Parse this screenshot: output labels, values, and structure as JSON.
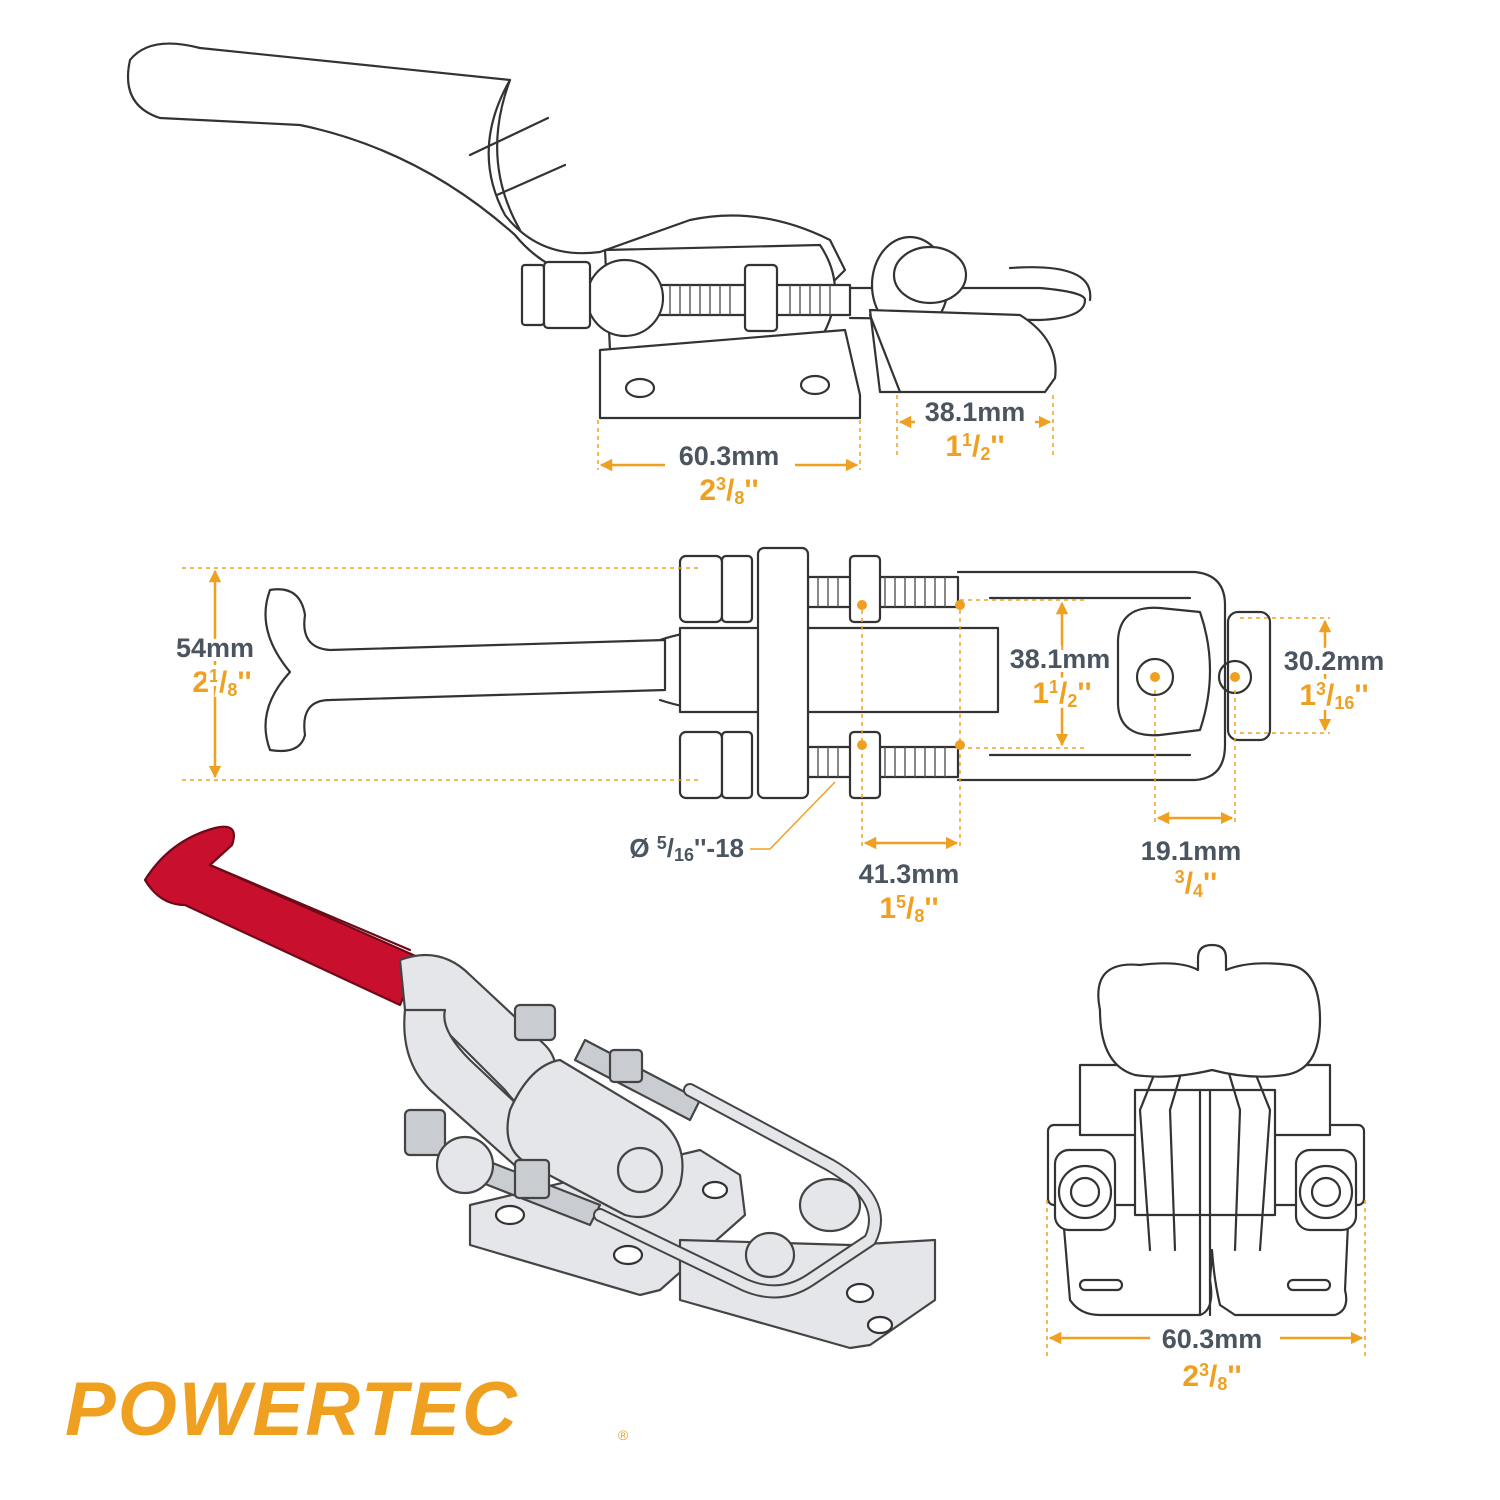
{
  "brand": {
    "name": "POWERTEC",
    "registered": "®"
  },
  "colors": {
    "accent": "#f0a020",
    "text": "#4a5560",
    "handle": "#c8102e"
  },
  "side_view": {
    "dims": [
      {
        "mm": "38.1mm",
        "inch_whole": "1",
        "inch_num": "1",
        "inch_den": "2"
      },
      {
        "mm": "60.3mm",
        "inch_whole": "2",
        "inch_num": "3",
        "inch_den": "8"
      }
    ]
  },
  "top_view": {
    "dims": [
      {
        "mm": "54mm",
        "inch_whole": "2",
        "inch_num": "1",
        "inch_den": "8"
      },
      {
        "mm": "38.1mm",
        "inch_whole": "1",
        "inch_num": "1",
        "inch_den": "2"
      },
      {
        "mm": "30.2mm",
        "inch_whole": "1",
        "inch_num": "3",
        "inch_den": "16"
      },
      {
        "mm": "41.3mm",
        "inch_whole": "1",
        "inch_num": "5",
        "inch_den": "8"
      },
      {
        "mm": "19.1mm",
        "inch_whole": "",
        "inch_num": "3",
        "inch_den": "4"
      }
    ],
    "thread_prefix": "Ø ",
    "thread_num": "5",
    "thread_den": "16",
    "thread_suffix": "''-18"
  },
  "front_view": {
    "dims": [
      {
        "mm": "60.3mm",
        "inch_whole": "2",
        "inch_num": "3",
        "inch_den": "8"
      }
    ]
  },
  "inch_mark": "''",
  "slash": "/"
}
